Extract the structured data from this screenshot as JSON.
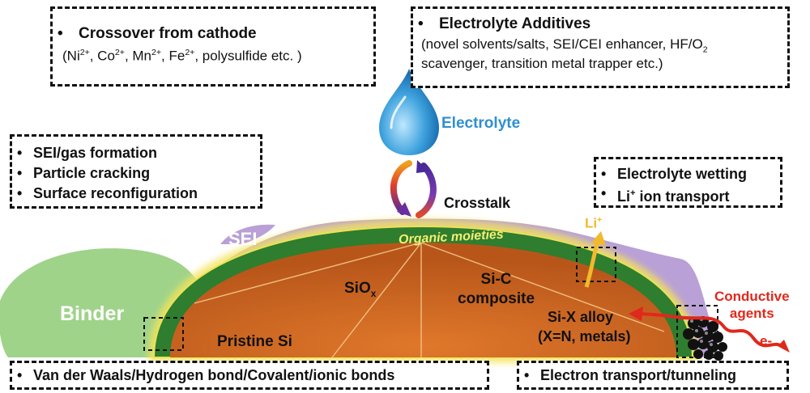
{
  "boxes": {
    "crossover": {
      "title": "Crossover from cathode",
      "detail_prefix": "(Ni",
      "detail_ni_sup": "2+",
      "detail_co": ", Co",
      "detail_co_sup": "2+",
      "detail_mn": ", Mn",
      "detail_mn_sup": "2+",
      "detail_fe": ", Fe",
      "detail_fe_sup": "2+",
      "detail_suffix": ", polysulfide etc. )"
    },
    "additives": {
      "title": "Electrolyte Additives",
      "line1_prefix": "(novel solvents/salts, SEI/CEI enhancer, HF/O",
      "line1_sub": "2",
      "line2": "scavenger, transition metal trapper etc.)"
    },
    "sei_issues": {
      "items": [
        "SEI/gas formation",
        "Particle cracking",
        "Surface reconfiguration"
      ]
    },
    "wetting": {
      "item1": "Electrolyte wetting",
      "item2_prefix": "Li",
      "item2_sup": "+",
      "item2_suffix": " ion transport"
    },
    "bonds": {
      "item": "Van der Waals/Hydrogen bond/Covalent/ionic bonds"
    },
    "electron": {
      "item": "Electron transport/tunneling"
    }
  },
  "labels": {
    "electrolyte": "Electrolyte",
    "crosstalk": "Crosstalk",
    "sei": "SEI",
    "organic": "Organic moieties",
    "binder": "Binder",
    "siox_base": "SiO",
    "siox_sub": "x",
    "sic_line1": "Si-C",
    "sic_line2": "composite",
    "pristine": "Pristine Si",
    "alloy_line1": "Si-X alloy",
    "alloy_line2": "(X=N, metals)",
    "li_base": "Li",
    "li_sup": "+",
    "conductive_line1": "Conductive",
    "conductive_line2": "agents",
    "electron": "e-"
  },
  "colors": {
    "core": "#c8641f",
    "shell": "#2f7d2f",
    "sei": "#b9a0d6",
    "binder": "#9fd38a",
    "drop": "#3fa0dc",
    "electrolyte_text": "#2f8fd0",
    "conductive_text": "#e0281c",
    "li_arrow": "#f2b92b"
  }
}
